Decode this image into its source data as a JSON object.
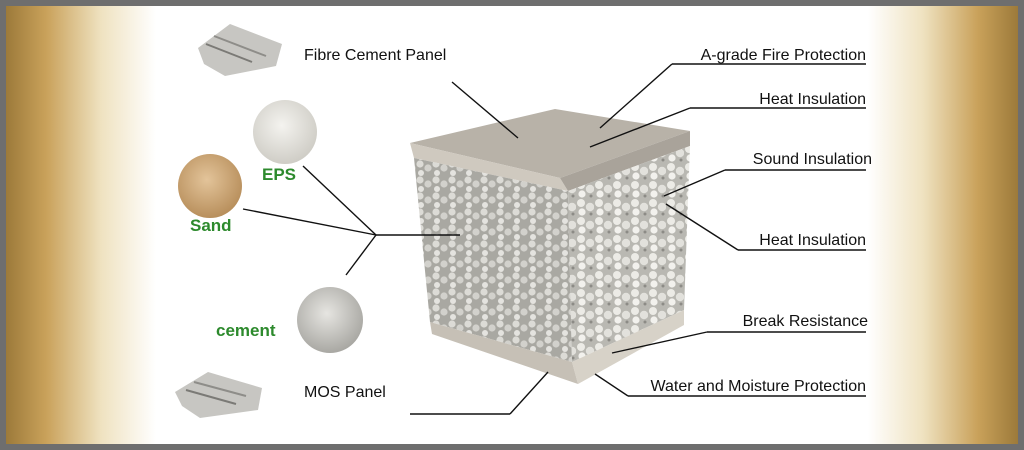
{
  "labels": {
    "fibre_cement_panel": "Fibre Cement Panel",
    "mos_panel": "MOS Panel",
    "a_grade_fire": "A-grade Fire Protection",
    "heat_insulation_top": "Heat Insulation",
    "sound_insulation": "Sound Insulation",
    "heat_insulation_bottom": "Heat Insulation",
    "break_resistance": "Break Resistance",
    "water_moisture": "Water and Moisture Protection"
  },
  "ingredients": {
    "eps": "EPS",
    "sand": "Sand",
    "cement": "cement"
  },
  "colors": {
    "ingredient_text": "#2d8a2d",
    "frame_gold": "#c9a15a"
  }
}
